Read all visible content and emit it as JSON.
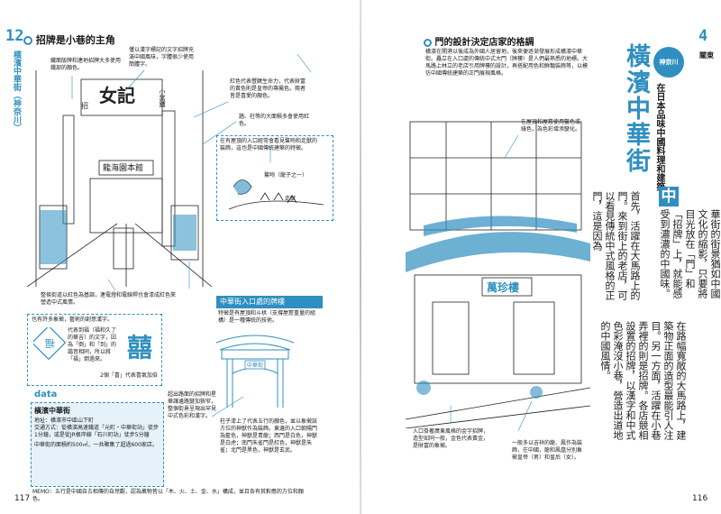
{
  "left": {
    "page_number_top": "12",
    "side_title": "橫濱中華街（神奈川）",
    "section1_title": "招牌是小巷的主角",
    "note_top_left": "纖面版牌和連地招牌大多使用鐵部的顏色。",
    "note_top_mid": "僅以漢字標記的文字招牌充滿中國風味，字體很少使用簡體字。",
    "sign_main": "女記",
    "sign_right": "小當舖",
    "sign_left": "招",
    "sign_bottom": "龍海園本館",
    "note_red": "紅色代表豐饒生命力，代表財富的黃色則是皇帝的專屬色。兩者皆是喜愛的顏色。",
    "note_pillar": "牆、柱等的大面積多會使用紅色。",
    "note_roof": "在有屋頂的入口經常會看見鰲吻和走獸的裝飾，這也是中國傳統建築的特徵。",
    "label_chiwen": "鰲吻（龍子之一）",
    "label_beast": "走獸",
    "section2_title": "門的設計決定店家的格調",
    "section2_body": "橫濱在開港以後成為外國人居留地，後來便逐漸發展形成橫濱中華街。矗立在入口處的傳統中式大門（牌樓）是人們最熟悉的地標。大馬路上林立的老店引用牌樓的設計，再搭配用色和鮮豔裝飾等，以模仿中國傳統建築的正門展現風格。",
    "note_street": "整條街道以紅色為基調，連電燈和電線桿也會漆成紅色來營造中式風情。",
    "note_double": "也有許多象徵，藝術的創意漢字。",
    "note_double_body": "代表到福（福和久了的華吉）的文字，因為「倒」和「到」的諧音相同，所以將「福」倒過來。",
    "note_double_char": "2個「喜」代表喜氣加倍",
    "gate_section_title": "中華街入口處的牌樓",
    "gate_section_body": "特徵是有屋頂和斗栱（支撐屋簷重量的組構）是一種傳統的技術。",
    "note_gate_right": "超出路面的招牌和星華讓邊路變加狹窄，整個街景呈現出罕見中式色彩和漢字。",
    "gate_sign": "中華街",
    "gate_pillar_note": "柱子漆上了代表五行的顏色，並以象徵該方位的神獸作為裝飾。東邊的入口朝陽門為藍色，神獸是青龍；西門是白色，神獸是白虎；南門朱雀門是紅色，神獸是朱雀；北門是黑色，神獸是玄武。",
    "data_label": "data",
    "data_title": "橫濱中華街",
    "data_body": "地址：橫濱市中區山下町\n交通方式：從橫濱高速鐵道「元町・中華街站」徒步1分鐘，或是從JR根岸線「石川町站」徒步5分鐘",
    "data_area": "中華街的面積約500㎡，一共聚集了超過600家店。",
    "memo": "MEMO：五行是中國自古相傳的自然觀，認為萬物皆以「木、火、土、金、水」構成，並且各有其對應的方位和顏色。",
    "page_number_bottom": "117"
  },
  "right": {
    "page_number_top": "4",
    "region_label": "關東",
    "region_badge": "神奈川",
    "title_vertical_1": "在日本品味中國料理和建築",
    "main_title": "橫濱中華街",
    "note_roof_color": "在屋頂和屋簷使用藍色或綠色，為色彩增添變化。",
    "big_char": "中",
    "body_col1": "華街的街景猶如中國文化的縮影，只要將目光放在「門」和「招牌」上，就能感受到濃濃的中國味。",
    "body_col2": "首先，活躍在大馬路上的門。來到街上的老店，可以看見傳統中式風格的正門，這是因為",
    "body_col3": "在路幅寬敞的大馬路上，建築物正面的造型最能引人注目。另一方面，活躍在小巷弄裡的則是招牌。各店競相設置的招牌，以漢字和中式色彩淹沒小巷，營造出道地的中國風情。",
    "sign_shop": "萬珍樓",
    "note_entrance": "入口掛著廣東風格的金字招牌，造型如同一般，金色代表黃金，是財富的象徵。",
    "note_lion": "一般多以吉祥的龍、鳳作為裝飾，在中國，龍和鳳凰分別象徵皇帝（男）和皇后（女）。",
    "page_number_bottom": "116"
  }
}
